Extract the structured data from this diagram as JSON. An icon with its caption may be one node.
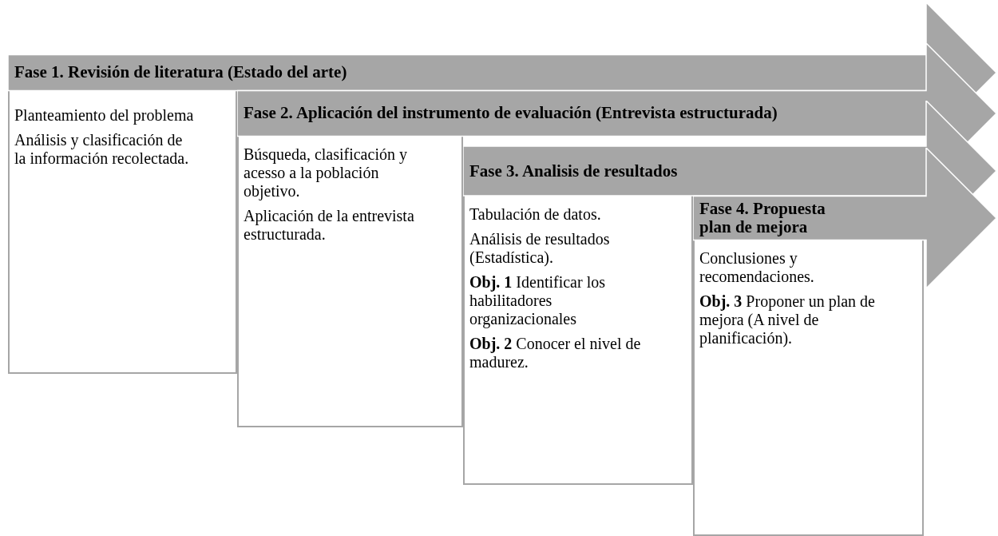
{
  "diagram": {
    "nodes": [
      {
        "text": [
          "Fase 1. Revisión de literatura (Estado del arte)"
        ]
      },
      {
        "text": [
          "Planteamiento del problema",
          "Análisis y clasificación de la información recolectada."
        ]
      },
      {
        "text": [
          "Fase 2. Aplicación del instrumento de evaluación (Entrevista estructurada)"
        ]
      },
      {
        "text": [
          "Búsqueda, clasificación y acesso a la población objetivo.",
          "Aplicación de la entrevista estructurada."
        ]
      },
      {
        "text": [
          "Fase 3. Analisis de resultados"
        ]
      },
      {
        "text": [
          "Tabulación de datos.",
          "Análisis de resultados (Estadística).",
          "**Obj. 1** Identificar los habilitadores organizacionales",
          "**Obj. 2** Conocer el nivel de madurez."
        ]
      },
      {
        "text": [
          "Fase 4. Propuesta plan de mejora"
        ]
      },
      {
        "text": [
          "Conclusiones y recomendaciones.",
          "**Obj. 3** Proponer un plan de mejora (A nivel de planificación)."
        ]
      }
    ],
    "edges": []
  }
}
